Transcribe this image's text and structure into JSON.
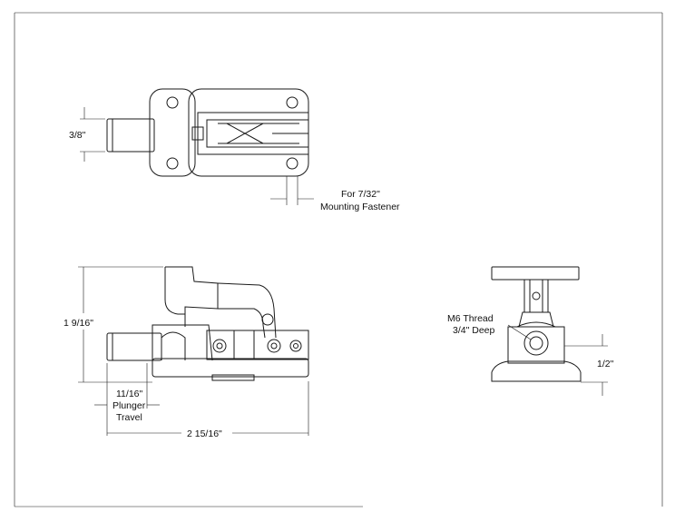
{
  "labels": {
    "top_width": "3/8\"",
    "fastener_line1": "For 7/32\"",
    "fastener_line2": "Mounting Fastener",
    "height": "1 9/16\"",
    "thread_line1": "M6 Thread",
    "thread_line2": "3/4\" Deep",
    "base_height": "1/2\"",
    "travel_line1": "11/16\"",
    "travel_line2": "Plunger",
    "travel_line3": "Travel",
    "overall_length": "2 15/16\""
  }
}
